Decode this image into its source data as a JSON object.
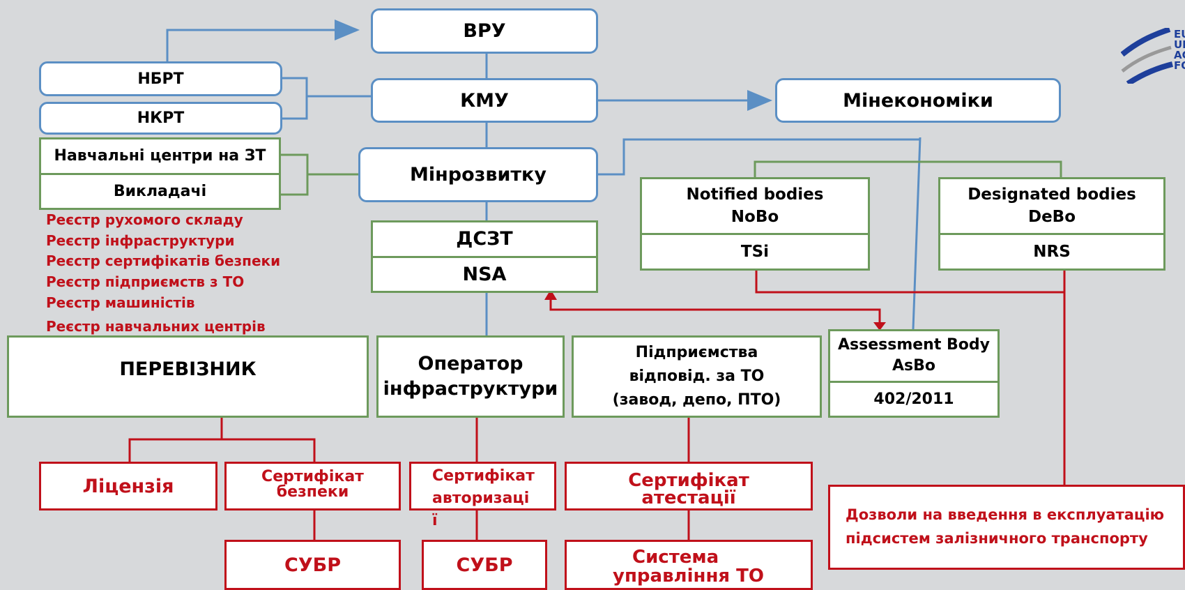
{
  "logo": {
    "text_lines": [
      "EU",
      "UI",
      "AC",
      "FO"
    ]
  },
  "nodes": {
    "vru": "ВРУ",
    "kmu": "КМУ",
    "minekonomiky": "Мінекономіки",
    "minrozvytku": "Мінрозвитку",
    "nbrt": "НБРТ",
    "nkrt": "НКРТ",
    "training_centers": "Навчальні центри на ЗТ",
    "teachers": "Викладачі",
    "dszt": "ДСЗТ",
    "nsa": "NSA",
    "nobo_title": "Notified bodies",
    "nobo_abbr": "NoBo",
    "tsi": "TSi",
    "debo_title": "Designated bodies",
    "debo_abbr": "DeBo",
    "nrs": "NRS",
    "carrier": "ПЕРЕВІЗНИК",
    "infra_operator_l1": "Оператор",
    "infra_operator_l2": "інфраструктури",
    "maint_l1": "Підприємства",
    "maint_l2": "відповід. за ТО",
    "maint_l3": "(завод, депо, ПТО)",
    "asbo_l1": "Assessment Body",
    "asbo_l2": "AsBo",
    "asbo_reg": "402/2011"
  },
  "registers": [
    "Реєстр рухомого складу",
    "Реєстр інфраструктури",
    "Реєстр сертифікатів безпеки",
    "Реєстр підприємств з ТО",
    "Реєстр машиністів",
    "Реєстр навчальних центрів"
  ],
  "documents": {
    "license": "Ліцензія",
    "safety_cert_l1": "Сертифікат",
    "safety_cert_l2": "безпеки",
    "subr_1": "СУБР",
    "auth_cert_l1": "Сертифікат",
    "auth_cert_l2": "авторизаці",
    "auth_cert_l3": "ї",
    "subr_2": "СУБР",
    "attest_cert_l1": "Сертифікат",
    "attest_cert_l2": "атестації",
    "mgmt_system_l1": "Система",
    "mgmt_system_l2": "управління ТО",
    "permits_l1": "Дозволи на введення в експлуатацію",
    "permits_l2": "підсистем залізничного транспорту"
  },
  "colors": {
    "background": "#d7d9db",
    "blue": "#5b8fc4",
    "green": "#6d9a5c",
    "red": "#c0101a",
    "logo_blue": "#1e3f9b"
  }
}
